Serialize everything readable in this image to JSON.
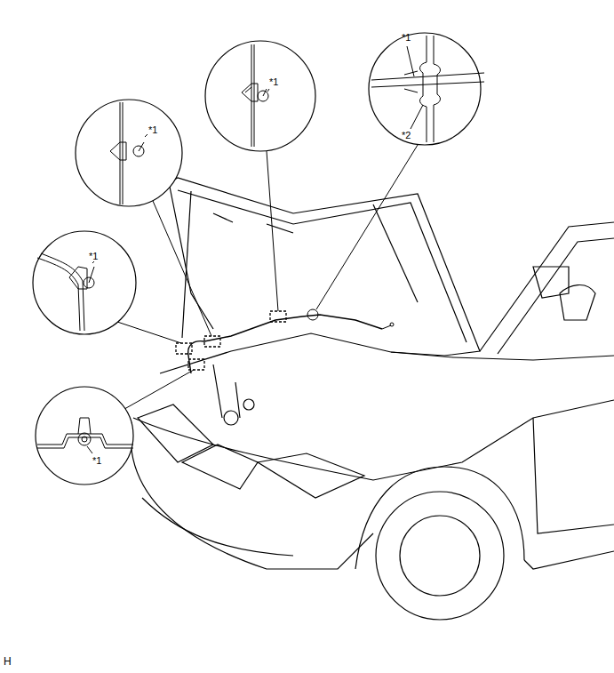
{
  "diagram": {
    "labels": [
      "*1",
      "*1",
      "*2",
      "*1",
      "*1",
      "*1",
      "H"
    ]
  }
}
